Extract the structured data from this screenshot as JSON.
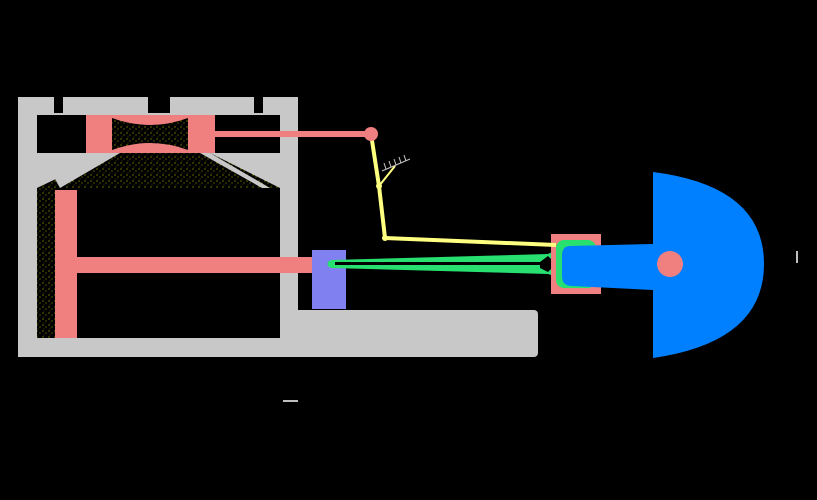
{
  "diagram": {
    "background": "#000000",
    "colors": {
      "frame": "#c8c8c8",
      "piston": "#f08080",
      "valve_rod": "#f08080",
      "crosshead": "#8080f0",
      "connecting_rod": "#28e070",
      "crank_wheel": "#0080ff",
      "crank_pin": "#f08080",
      "valve_linkage": "#ffff80",
      "steam_speckle": "#b0b000",
      "marker": "#ffffff"
    },
    "components": [
      "cylinder-frame",
      "valve-chest",
      "slide-valve",
      "piston",
      "piston-rod",
      "crosshead",
      "connecting-rod",
      "crank-wheel",
      "crank-pin",
      "eccentric-linkage",
      "linkage-pivot-ground"
    ]
  }
}
